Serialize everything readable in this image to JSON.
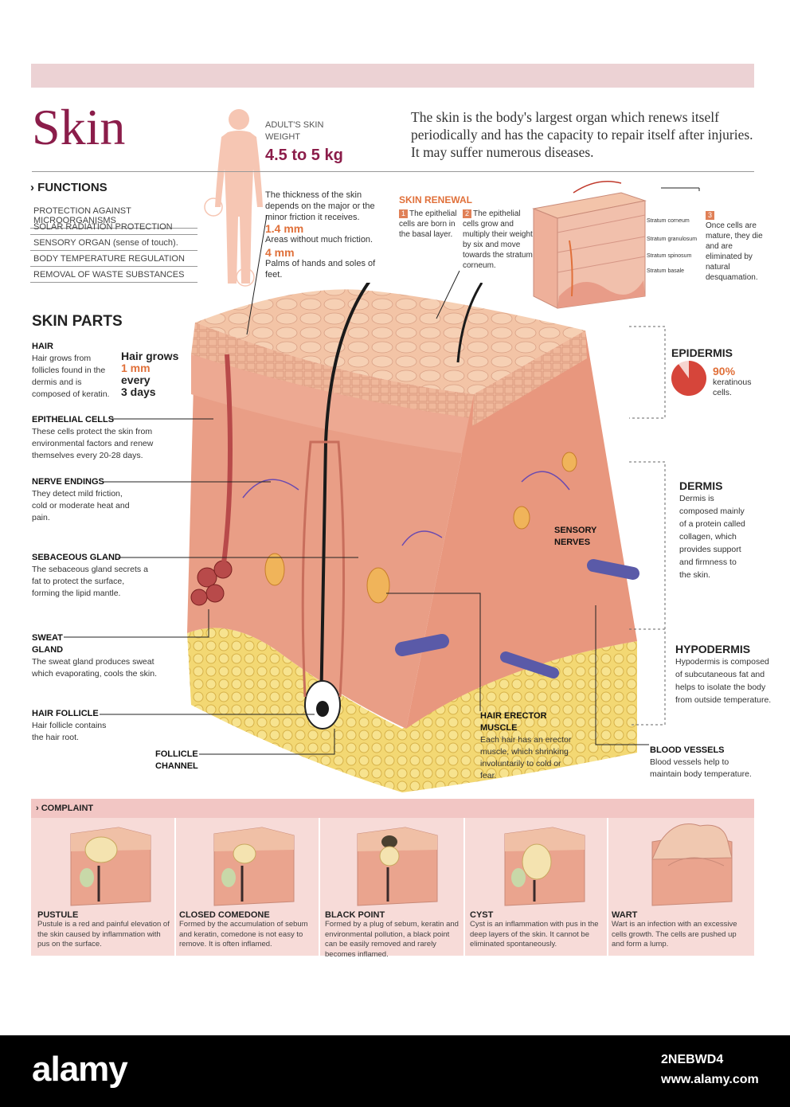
{
  "title": "Skin",
  "intro": "The skin is the body's largest organ which renews itself periodically and has the capacity to repair itself after injuries. It may suffer numerous diseases.",
  "weight": {
    "label": "ADULT'S SKIN WEIGHT",
    "value": "4.5 to 5 kg"
  },
  "functions": {
    "heading": "FUNCTIONS",
    "items": [
      "PROTECTION AGAINST MICROORGANISMS",
      "SOLAR RADIATION PROTECTION",
      "SENSORY ORGAN (sense of touch).",
      "BODY TEMPERATURE REGULATION",
      "REMOVAL OF WASTE SUBSTANCES"
    ]
  },
  "thickness": {
    "text": "The thickness of the skin depends on the major or the minor friction it receives.",
    "min_value": "1.4 mm",
    "min_desc": "Areas without much friction.",
    "max_value": "4 mm",
    "max_desc": "Palms of hands and soles of feet."
  },
  "renewal": {
    "heading": "SKIN RENEWAL",
    "steps": [
      {
        "num": "1",
        "text": "The epithelial cells are born in the basal layer."
      },
      {
        "num": "2",
        "text": "The epithelial cells grow and multiply their weight by six and move towards the stratum corneum."
      },
      {
        "num": "3",
        "text": "Once cells are mature, they die and are eliminated by natural desquamation."
      }
    ],
    "strata": [
      "Stratum corneum",
      "Stratum granulosum",
      "Stratum spinosum",
      "Stratum basale"
    ]
  },
  "skin_parts": {
    "heading": "SKIN PARTS",
    "hair": {
      "title": "HAIR",
      "desc": "Hair grows from follicles found in the dermis and is composed of keratin."
    },
    "hair_grows": {
      "line1": "Hair grows",
      "value": "1 mm",
      "line3": "every",
      "line4": "3 days"
    },
    "epithelial": {
      "title": "EPITHELIAL CELLS",
      "desc": "These cells protect the skin from environmental factors and renew themselves every 20-28 days."
    },
    "nerve": {
      "title": "NERVE ENDINGS",
      "desc": "They detect mild friction, cold or moderate heat and pain."
    },
    "sebaceous": {
      "title": "SEBACEOUS GLAND",
      "desc": "The sebaceous gland secrets a fat to protect the surface, forming the lipid mantle."
    },
    "sweat": {
      "title1": "SWEAT",
      "title2": "GLAND",
      "desc": "The sweat gland produces sweat which evaporating, cools the skin."
    },
    "follicle": {
      "title": "HAIR FOLLICLE",
      "desc": "Hair follicle contains the hair root."
    },
    "follicle_channel": {
      "line1": "FOLLICLE",
      "line2": "CHANNEL"
    },
    "sensory": {
      "line1": "SENSORY",
      "line2": "NERVES"
    },
    "erector": {
      "title1": "HAIR ERECTOR",
      "title2": "MUSCLE",
      "desc": "Each hair has an erector muscle, which shrinking involuntarily to cold or fear."
    },
    "blood": {
      "title": "BLOOD VESSELS",
      "desc": "Blood vessels help to maintain body temperature."
    }
  },
  "layers": {
    "epidermis": {
      "title": "EPIDERMIS",
      "percent_label": "90%",
      "percent_value": 90,
      "desc": "keratinous cells."
    },
    "dermis": {
      "title": "DERMIS",
      "desc": "Dermis is composed mainly of a protein called collagen, which provides support and firmness to the skin."
    },
    "hypodermis": {
      "title": "HYPODERMIS",
      "desc": "Hypodermis is composed of subcutaneous fat and helps to isolate the body from outside temperature."
    }
  },
  "complaint": {
    "heading": "COMPLAINT",
    "items": [
      {
        "title": "PUSTULE",
        "desc": "Pustule is a red and painful elevation of the skin caused by inflammation with pus on the surface."
      },
      {
        "title": "CLOSED COMEDONE",
        "desc": "Formed by the accumulation of sebum and keratin, comedone is not easy to remove. It is often inflamed."
      },
      {
        "title": "BLACK POINT",
        "desc": "Formed by a plug of sebum, keratin and environmental pollution, a black point can be easily removed and rarely becomes inflamed."
      },
      {
        "title": "CYST",
        "desc": "Cyst is an inflammation with pus in the deep layers of the skin. It cannot be eliminated spontaneously."
      },
      {
        "title": "WART",
        "desc": "Wart is an infection with an excessive cells growth. The cells are pushed up and form a lump."
      }
    ]
  },
  "footer": {
    "logo": "alamy",
    "image_id": "2NEBWD4",
    "url": "www.alamy.com"
  },
  "colors": {
    "title": "#8b1d4a",
    "accent": "#e0703a",
    "skin": "#e9a08a",
    "fat": "#f2d26a"
  }
}
